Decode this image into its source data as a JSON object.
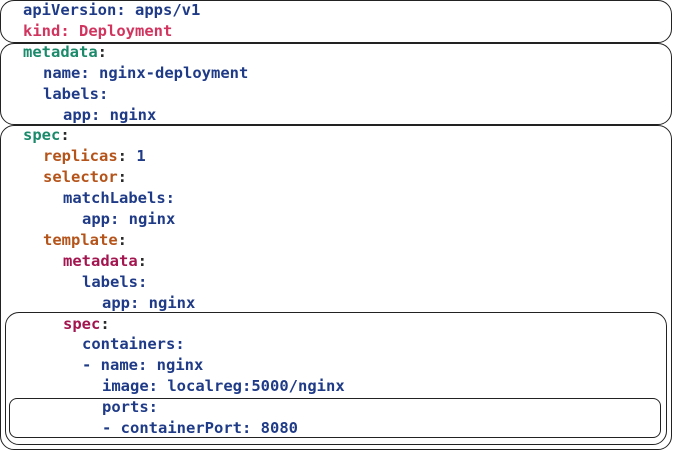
{
  "lines": [
    {
      "key": "apiVersion",
      "sep": ": ",
      "value": "apps/v1"
    },
    {
      "key": "kind",
      "sep": ": ",
      "value": "Deployment"
    },
    {
      "key": "metadata",
      "sep": ":",
      "value": ""
    },
    {
      "key": "name",
      "sep": ": ",
      "value": "nginx-deployment"
    },
    {
      "key": "labels",
      "sep": ":",
      "value": ""
    },
    {
      "key": "app",
      "sep": ": ",
      "value": "nginx"
    },
    {
      "key": "spec",
      "sep": ":",
      "value": ""
    },
    {
      "key": "replicas",
      "sep": ": ",
      "value": "1"
    },
    {
      "key": "selector",
      "sep": ":",
      "value": ""
    },
    {
      "key": "matchLabels",
      "sep": ":",
      "value": ""
    },
    {
      "key": "app",
      "sep": ": ",
      "value": "nginx"
    },
    {
      "key": "template",
      "sep": ":",
      "value": ""
    },
    {
      "key": "metadata",
      "sep": ":",
      "value": ""
    },
    {
      "key": "labels",
      "sep": ":",
      "value": ""
    },
    {
      "key": "app",
      "sep": ": ",
      "value": "nginx"
    },
    {
      "key": "spec",
      "sep": ":",
      "value": ""
    },
    {
      "key": "containers",
      "sep": ":",
      "value": ""
    },
    {
      "key": "- name",
      "sep": ": ",
      "value": "nginx"
    },
    {
      "key": "image",
      "sep": ": ",
      "value": "localreg:5000/nginx"
    },
    {
      "key": "ports",
      "sep": ":",
      "value": ""
    },
    {
      "key": "- containerPort",
      "sep": ": ",
      "value": "8080"
    }
  ],
  "colors": {
    "navy": "#1f3b87",
    "red": "#d1355f",
    "teal": "#1a8a6a",
    "orange": "#b5541a",
    "maroon": "#a3154f",
    "border": "#222222"
  }
}
